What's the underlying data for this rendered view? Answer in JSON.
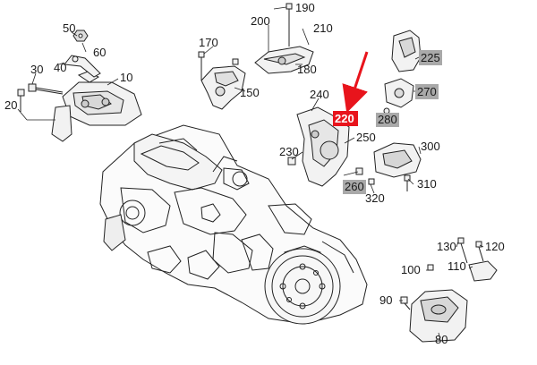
{
  "diagram": {
    "callouts": [
      {
        "id": "c10",
        "text": "10"
      },
      {
        "id": "c20",
        "text": "20"
      },
      {
        "id": "c30",
        "text": "30"
      },
      {
        "id": "c40",
        "text": "40"
      },
      {
        "id": "c50",
        "text": "50"
      },
      {
        "id": "c60",
        "text": "60"
      },
      {
        "id": "c80",
        "text": "80"
      },
      {
        "id": "c90",
        "text": "90"
      },
      {
        "id": "c100",
        "text": "100"
      },
      {
        "id": "c110",
        "text": "110"
      },
      {
        "id": "c120",
        "text": "120"
      },
      {
        "id": "c130",
        "text": "130"
      },
      {
        "id": "c150",
        "text": "150"
      },
      {
        "id": "c170",
        "text": "170"
      },
      {
        "id": "c180",
        "text": "180"
      },
      {
        "id": "c190",
        "text": "190"
      },
      {
        "id": "c200",
        "text": "200"
      },
      {
        "id": "c210",
        "text": "210"
      },
      {
        "id": "c230",
        "text": "230"
      },
      {
        "id": "c240",
        "text": "240"
      },
      {
        "id": "c250",
        "text": "250"
      },
      {
        "id": "c300",
        "text": "300"
      },
      {
        "id": "c310",
        "text": "310"
      },
      {
        "id": "c320",
        "text": "320"
      }
    ],
    "highlighted": [
      {
        "id": "h225",
        "text": "225"
      },
      {
        "id": "h270",
        "text": "270"
      },
      {
        "id": "h280",
        "text": "280"
      },
      {
        "id": "h260",
        "text": "260"
      }
    ],
    "selected": {
      "text": "220"
    },
    "colors": {
      "line": "#222222",
      "highlight": "#a9a9a9",
      "selected": "#e8141c",
      "arrow": "#e8141c",
      "part_fill": "#f2f2f2"
    }
  }
}
